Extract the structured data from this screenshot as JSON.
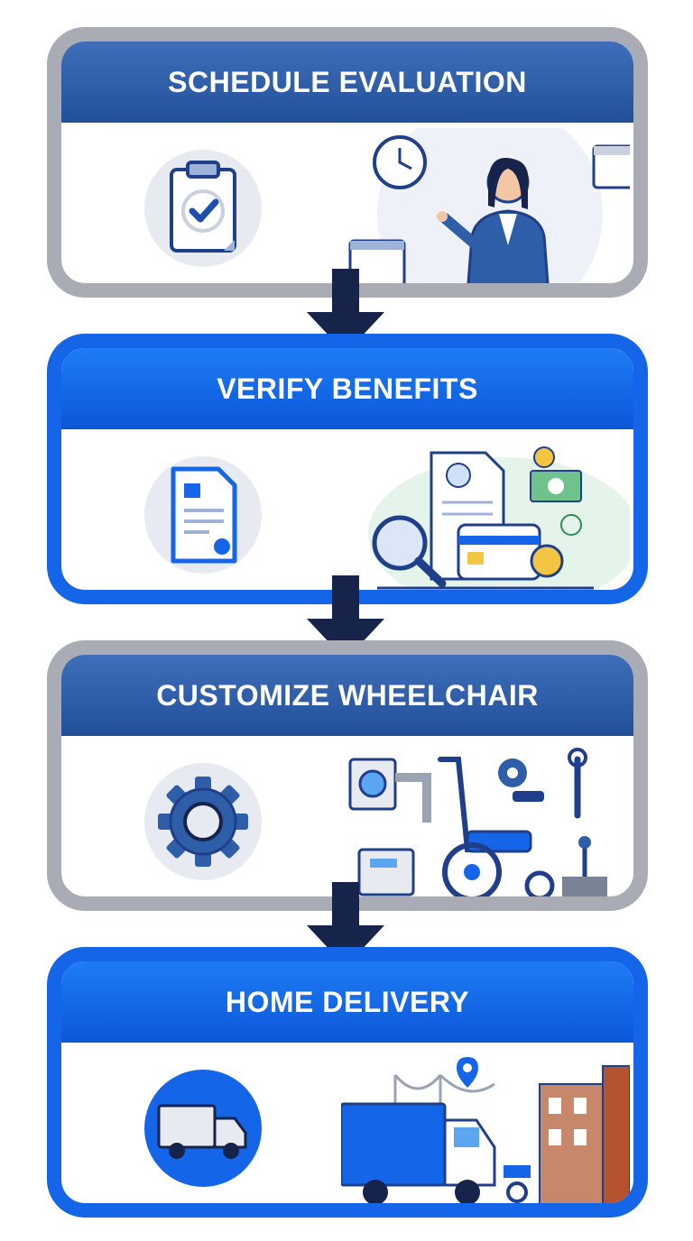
{
  "steps": [
    {
      "title": "SCHEDULE EVALUATION",
      "icon": "clipboard-check-icon",
      "scene": "scheduling-consultant-scene"
    },
    {
      "title": "VERIFY BENEFITS",
      "icon": "document-icon",
      "scene": "insurance-benefits-scene"
    },
    {
      "title": "CUSTOMIZE WHEELCHAIR",
      "icon": "gear-icon",
      "scene": "wheelchair-workshop-scene"
    },
    {
      "title": "HOME DELIVERY",
      "icon": "delivery-truck-icon",
      "scene": "city-delivery-scene"
    }
  ],
  "colors": {
    "navy": "#16234a",
    "gray_frame": "#a9acb4",
    "blue_frame": "#1565e8",
    "gray_banner": "#2f5ea8",
    "blue_banner": "#1468ea"
  }
}
